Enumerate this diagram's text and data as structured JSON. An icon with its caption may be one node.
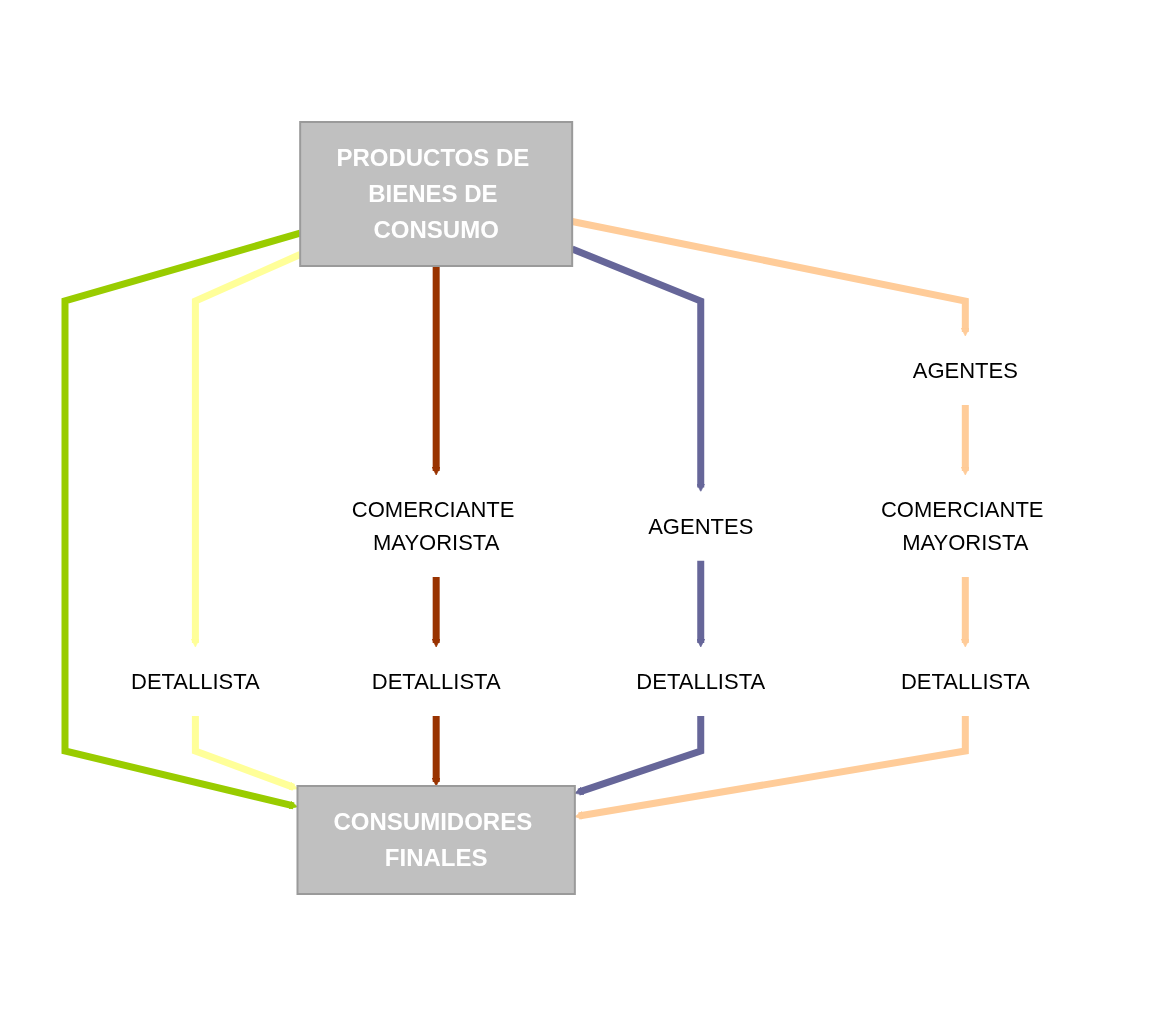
{
  "diagram": {
    "nodes": [
      {
        "text": [
          "PRODUCTOS DE BIENES DE CONSUMO"
        ]
      },
      {
        "text": [
          "DETALLISTA"
        ]
      },
      {
        "text": [
          "COMERCIANTE MAYORISTA"
        ]
      },
      {
        "text": [
          "DETALLISTA"
        ]
      },
      {
        "text": [
          "AGENTES"
        ]
      },
      {
        "text": [
          "DETALLISTA"
        ]
      },
      {
        "text": [
          "AGENTES"
        ]
      },
      {
        "text": [
          "COMERCIANTE MAYORISTA"
        ]
      },
      {
        "text": [
          "DETALLISTA"
        ]
      },
      {
        "text": [
          "CONSUMIDORES FINALES"
        ]
      }
    ],
    "edges": [
      {
        "from": 0,
        "to": 9,
        "arrow": "to",
        "color": "#99cc00"
      },
      {
        "from": 0,
        "to": 1,
        "arrow": "to",
        "color": "#ffff99"
      },
      {
        "from": 1,
        "to": 9,
        "arrow": "to",
        "color": "#ffff99"
      },
      {
        "from": 0,
        "to": 2,
        "arrow": "to",
        "color": "#993300"
      },
      {
        "from": 2,
        "to": 3,
        "arrow": "to",
        "color": "#993300"
      },
      {
        "from": 3,
        "to": 9,
        "arrow": "to",
        "color": "#993300"
      },
      {
        "from": 0,
        "to": 4,
        "arrow": "to",
        "color": "#666699"
      },
      {
        "from": 4,
        "to": 5,
        "arrow": "to",
        "color": "#666699"
      },
      {
        "from": 5,
        "to": 9,
        "arrow": "to",
        "color": "#666699"
      },
      {
        "from": 0,
        "to": 6,
        "arrow": "to",
        "color": "#ffcc99"
      },
      {
        "from": 6,
        "to": 7,
        "arrow": "to",
        "color": "#ffcc99"
      },
      {
        "from": 7,
        "to": 8,
        "arrow": "to",
        "color": "#ffcc99"
      },
      {
        "from": 8,
        "to": 9,
        "arrow": "to",
        "color": "#ffcc99"
      }
    ]
  }
}
